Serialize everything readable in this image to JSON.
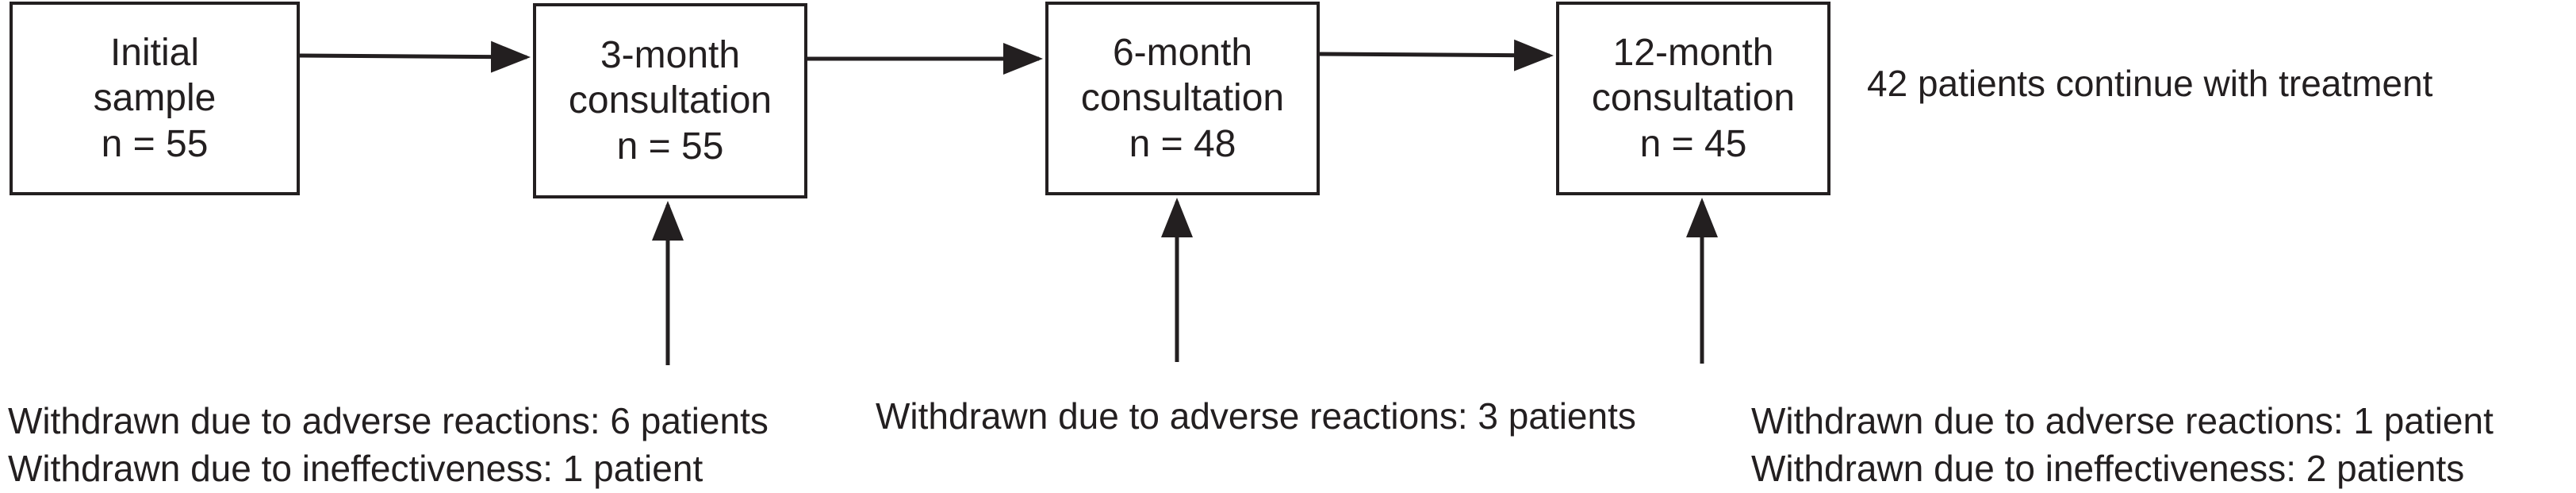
{
  "stages": [
    {
      "lines": [
        "Initial",
        "sample",
        "n = 55"
      ]
    },
    {
      "lines": [
        "3-month",
        "consultation",
        "n = 55"
      ]
    },
    {
      "lines": [
        "6-month",
        "consultation",
        "n = 48"
      ]
    },
    {
      "lines": [
        "12-month",
        "consultation",
        "n = 45"
      ]
    }
  ],
  "continue_note": "42 patients continue with treatment",
  "withdrawals": [
    {
      "lines": [
        "Withdrawn due to adverse reactions: 6 patients",
        "Withdrawn due to ineffectiveness: 1 patient"
      ]
    },
    {
      "lines": [
        "Withdrawn due to adverse reactions: 3 patients"
      ]
    },
    {
      "lines": [
        "Withdrawn due to adverse reactions: 1 patient",
        "Withdrawn due to ineffectiveness: 2 patients"
      ]
    }
  ]
}
